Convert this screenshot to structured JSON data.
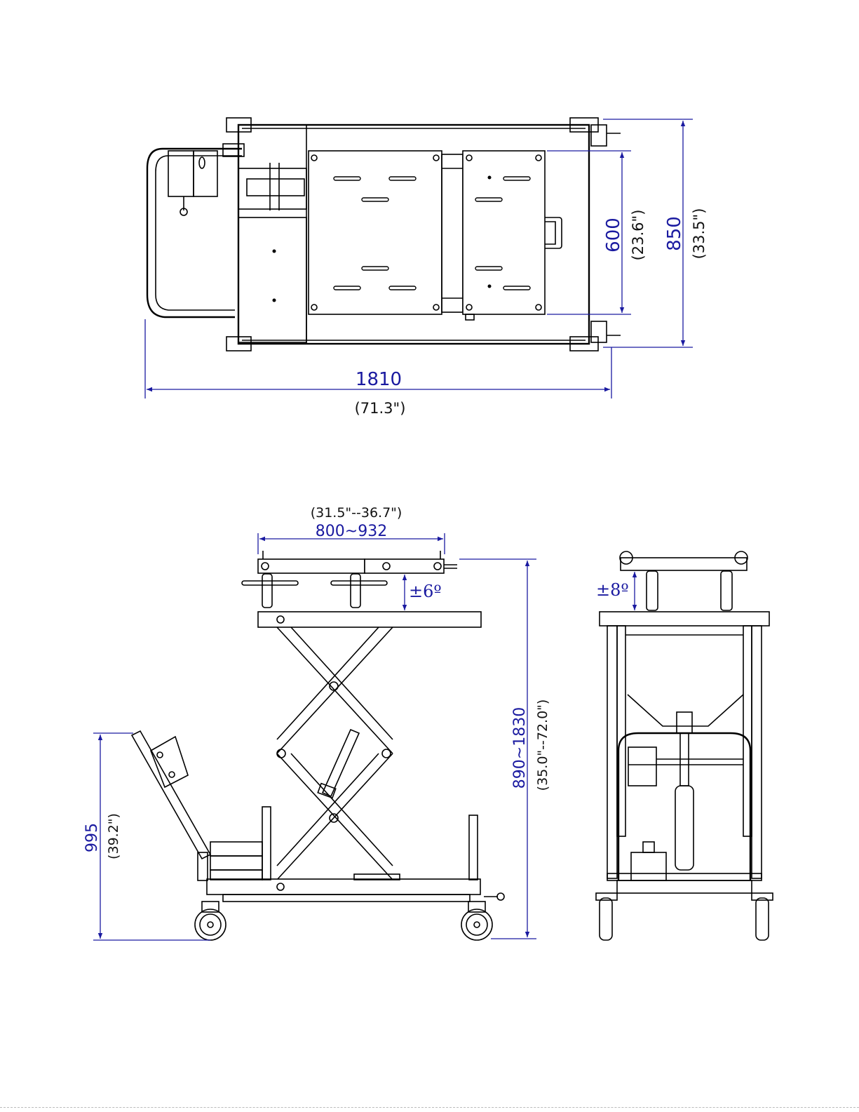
{
  "drawing": {
    "top_view": {
      "length_mm": "1810",
      "length_in": "(71.3\")",
      "width_mm": "850",
      "width_in": "(33.5\")",
      "table_width_mm": "600",
      "table_width_in": "(23.6\")"
    },
    "side_view": {
      "table_travel_in": "(31.5\"--36.7\")",
      "table_travel_mm": "800~932",
      "tilt_angle": "±6º",
      "height_mm": "890~1830",
      "height_in": "(35.0\"--72.0\")",
      "handle_height_mm": "995",
      "handle_height_in": "(39.2\")"
    },
    "end_view": {
      "tilt_angle": "±8º"
    }
  },
  "colors": {
    "dimension": "#1a1aa0",
    "outline": "#000000"
  }
}
